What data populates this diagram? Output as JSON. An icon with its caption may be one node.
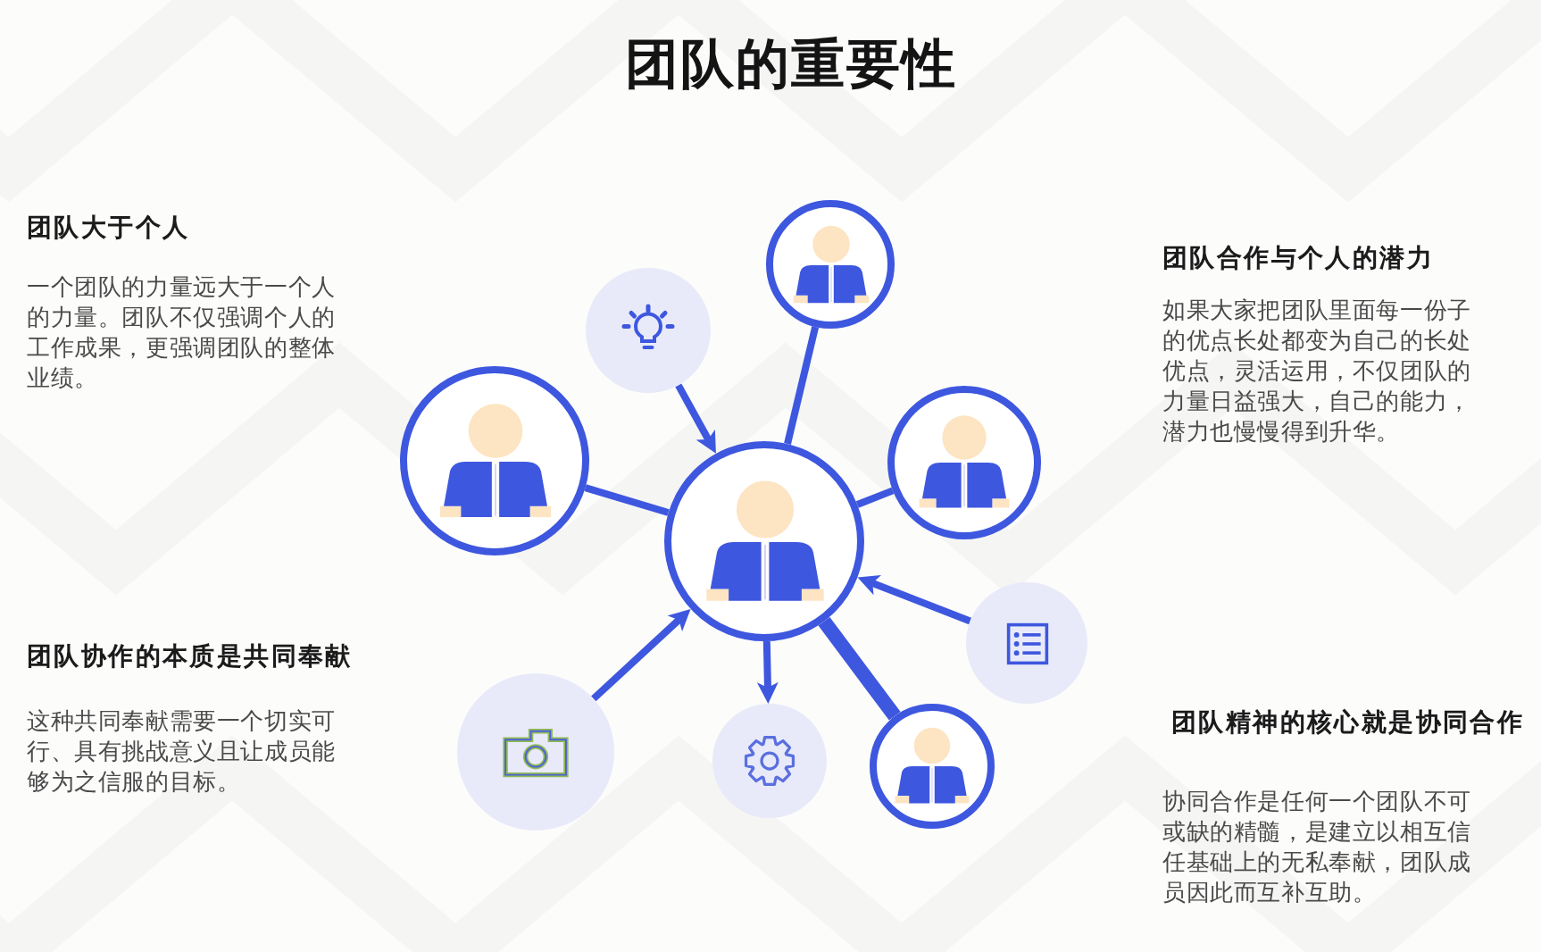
{
  "diagram": {
    "title": "团队的重要性",
    "nodes": [
      {
        "text": [],
        "shape": "person"
      },
      {
        "text": [],
        "shape": "circle"
      },
      {
        "text": [],
        "shape": "person"
      },
      {
        "text": [],
        "shape": "person"
      },
      {
        "text": [],
        "shape": "person"
      },
      {
        "text": [],
        "shape": "circle"
      },
      {
        "text": [],
        "shape": "circle"
      },
      {
        "text": [],
        "shape": "circle"
      },
      {
        "text": [],
        "shape": "person"
      }
    ],
    "edges": [
      {
        "from": 0,
        "to": 3,
        "arrow": "none"
      },
      {
        "from": 1,
        "to": 3,
        "arrow": "to"
      },
      {
        "from": 2,
        "to": 3,
        "arrow": "none"
      },
      {
        "from": 4,
        "to": 3,
        "arrow": "none"
      },
      {
        "from": 5,
        "to": 3,
        "arrow": "to"
      },
      {
        "from": 6,
        "to": 3,
        "arrow": "to"
      },
      {
        "from": 3,
        "to": 7,
        "arrow": "to"
      },
      {
        "from": 3,
        "to": 8,
        "arrow": "none",
        "style": "thick"
      }
    ],
    "labels": [
      "团队大于个人",
      "一个团队的力量远大于一个人的力量。团队不仅强调个人的工作成果，更强调团队的整体业绩。",
      "团队合作与个人的潜力",
      "如果大家把团队里面每一份子的优点长处都变为自己的长处优点，灵活运用，不仅团队的力量日益强大，自己的能力，潜力也慢慢得到升华。",
      "团队协作的本质是共同奉献",
      "这种共同奉献需要一个切实可行、具有挑战意义且让成员能够为之信服的目标。",
      "团队精神的核心就是协同合作",
      "协同合作是任何一个团队不可或缺的精髓，是建立以相互信任基础上的无私奉献，团队成员因此而互补互助。"
    ]
  }
}
